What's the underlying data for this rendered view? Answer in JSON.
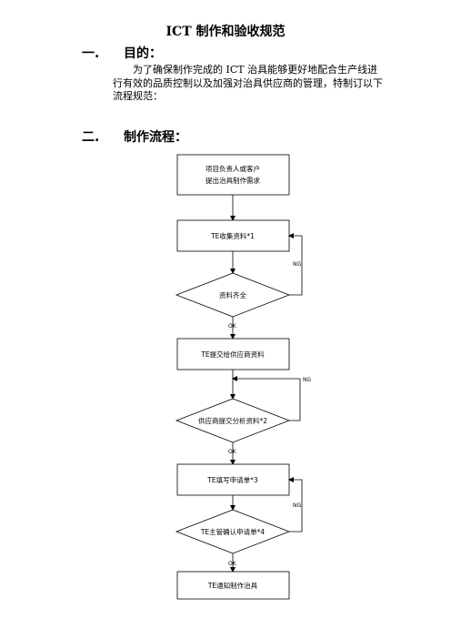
{
  "document": {
    "title": "ICT 制作和验收规范",
    "sections": [
      {
        "number": "一.",
        "heading": "目的："
      },
      {
        "number": "二.",
        "heading": "制作流程："
      }
    ],
    "purpose_text": "为了确保制作完成的 ICT 治具能够更好地配合生产线进行有效的品质控制以及加强对治具供应商的管理，特制订以下流程规范："
  },
  "flowchart": {
    "start": [
      "项目负责人或客户",
      "提出治具制作需求"
    ],
    "step1": "TE收集资料*1",
    "decision1": "资料齐全",
    "step2": "TE提交给供应商资料",
    "decision2": "供应商提交分析资料*2",
    "step3": "TE填写申请单*3",
    "decision3": "TE主管确认申请单*4",
    "end": "TE通知制作治具",
    "ok_label": "OK",
    "ng_label": "NG"
  }
}
